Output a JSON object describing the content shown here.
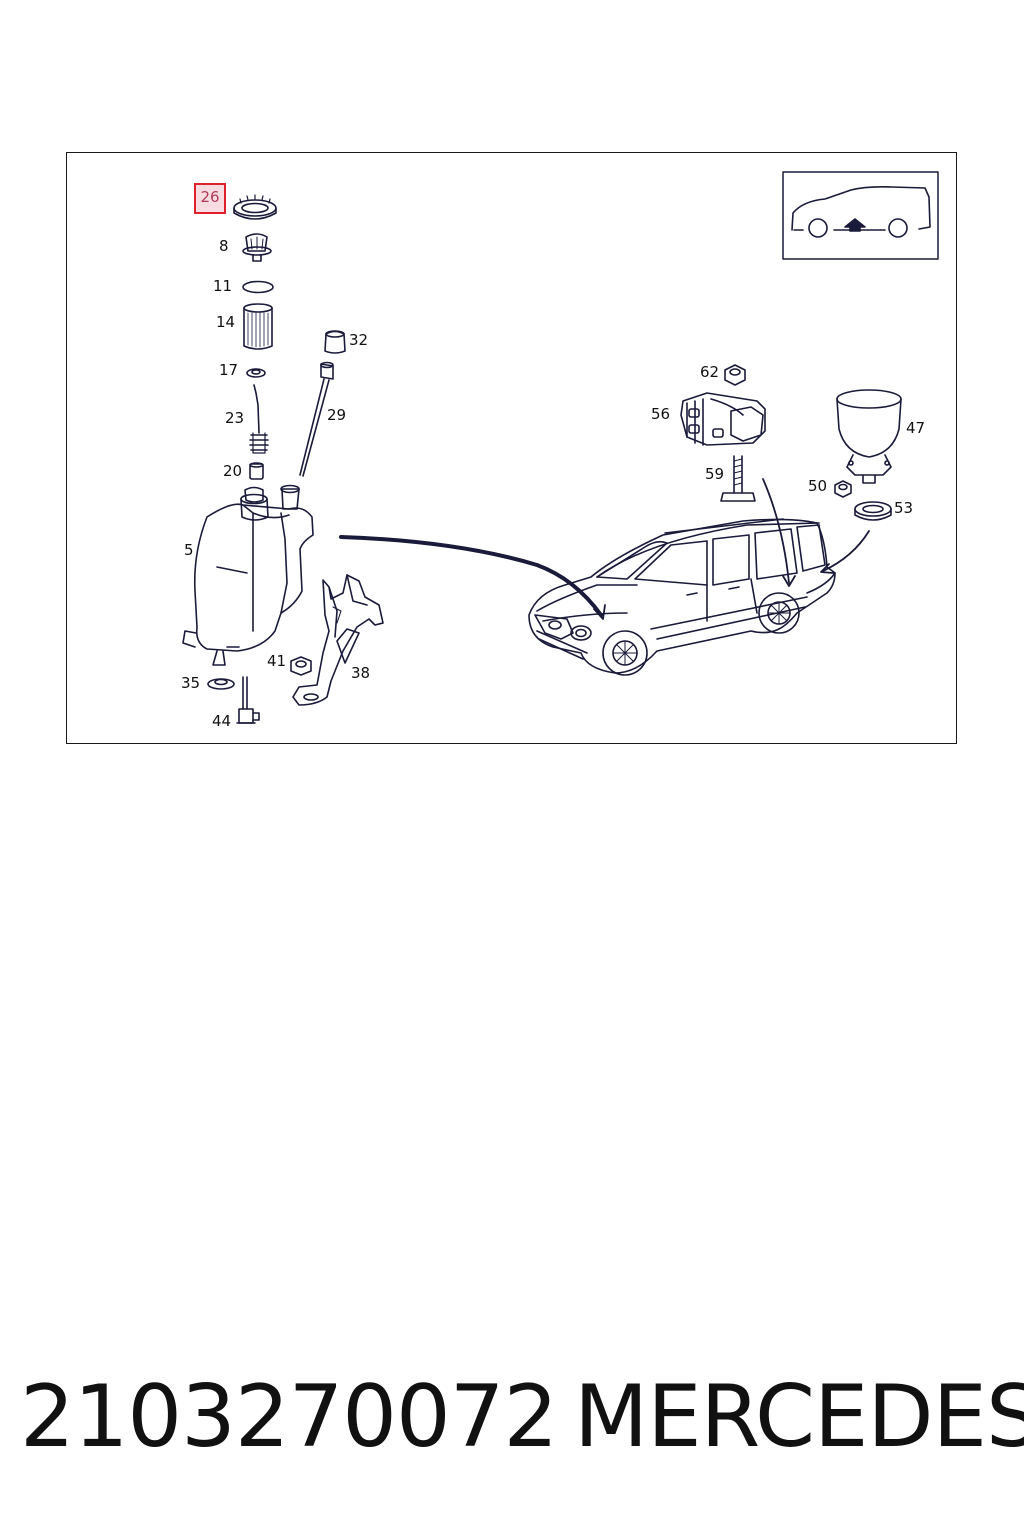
{
  "diagram": {
    "selected_callout": "26",
    "callouts": {
      "c26": "26",
      "c8": "8",
      "c11": "11",
      "c14": "14",
      "c17": "17",
      "c23": "23",
      "c20": "20",
      "c32": "32",
      "c29": "29",
      "c5": "5",
      "c35": "35",
      "c44": "44",
      "c41": "41",
      "c38": "38",
      "c62": "62",
      "c56": "56",
      "c59": "59",
      "c47": "47",
      "c50": "50",
      "c53": "53"
    },
    "colors": {
      "line": "#1a1a3a",
      "highlight_border": "#e0202a",
      "highlight_fill": "#f7dde2",
      "highlight_text": "#b03a5a"
    },
    "icons": [
      "vehicle-location-thumbnail-icon",
      "estate-car-icon",
      "arrow-up-icon"
    ]
  },
  "footer": {
    "part_number": "2103270072",
    "brand": "MERCEDES"
  }
}
